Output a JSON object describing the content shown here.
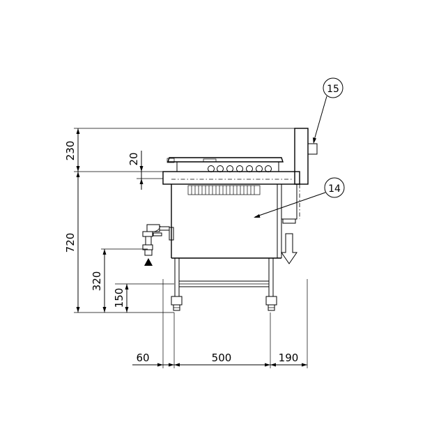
{
  "dimensions": {
    "overall_top": "230",
    "top_thickness": "20",
    "height_to_top": "720",
    "faucet_height": "320",
    "shelf_height": "150",
    "left_offset": "60",
    "body_depth": "500",
    "right_offset": "190"
  },
  "callouts": {
    "a": "15",
    "b": "14"
  }
}
